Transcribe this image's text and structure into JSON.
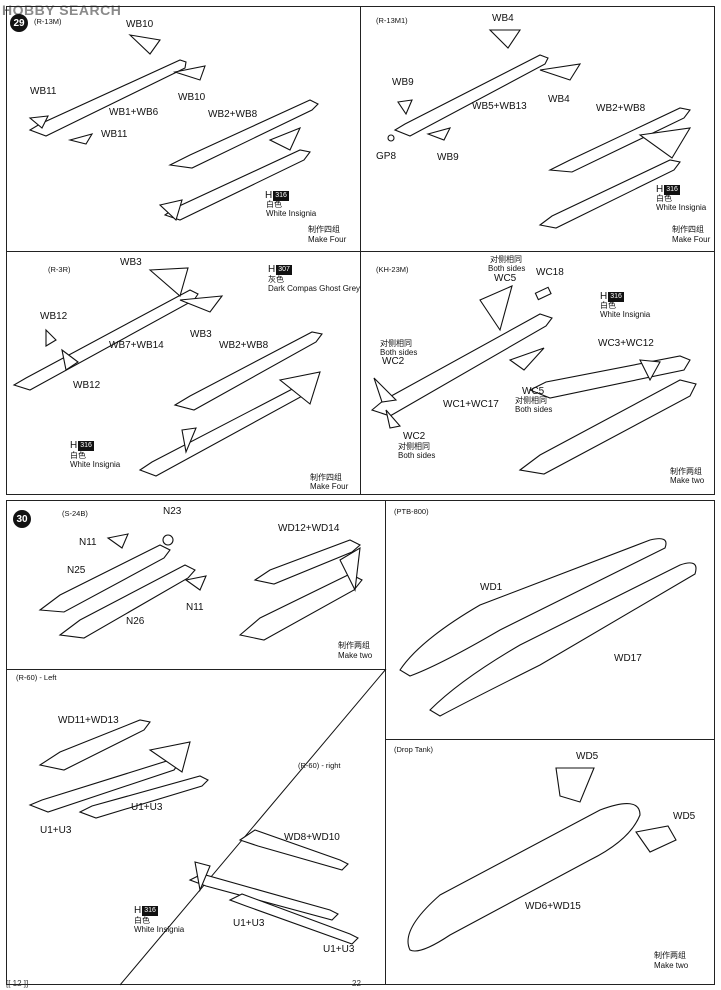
{
  "watermark": "HOBBY SEARCH",
  "steps": {
    "s29": "29",
    "s30": "30"
  },
  "panels": {
    "r13m": {
      "title": "(R-13M)",
      "labels": {
        "wb10": "WB10",
        "wb11a": "WB11",
        "wb1wb6": "WB1+WB6",
        "wb10b": "WB10",
        "wb11b": "WB11",
        "wb2wb8": "WB2+WB8"
      },
      "paint": {
        "h": "H",
        "code": "316"
      },
      "color_cn": "白色",
      "color_en": "White Insignia",
      "make_cn": "制作四组",
      "make_en": "Make Four"
    },
    "r13m1": {
      "title": "(R-13M1)",
      "labels": {
        "wb4a": "WB4",
        "wb9a": "WB9",
        "wb5wb13": "WB5+WB13",
        "wb4b": "WB4",
        "gp8": "GP8",
        "wb9b": "WB9",
        "wb2wb8": "WB2+WB8"
      },
      "paint": {
        "h": "H",
        "code": "316"
      },
      "color_cn": "白色",
      "color_en": "White Insignia",
      "make_cn": "制作四组",
      "make_en": "Make Four"
    },
    "r3r": {
      "title": "(R-3R)",
      "labels": {
        "wb3a": "WB3",
        "wb12a": "WB12",
        "wb7wb14": "WB7+WB14",
        "wb3b": "WB3",
        "wb12b": "WB12",
        "wb2wb8": "WB2+WB8"
      },
      "paint1": {
        "h": "H",
        "code": "307"
      },
      "color1_cn": "灰色",
      "color1_en": "Dark Compas Ghost Grey",
      "paint2": {
        "h": "H",
        "code": "316"
      },
      "color2_cn": "白色",
      "color2_en": "White Insignia",
      "make_cn": "制作四组",
      "make_en": "Make Four"
    },
    "kh23m": {
      "title": "(KH-23M)",
      "labels": {
        "both_cn1": "对侧相同",
        "both_en1": "Both sides",
        "wc5a": "WC5",
        "wc18": "WC18",
        "both_cn2": "对侧相同",
        "both_en2": "Both sides",
        "wc2a": "WC2",
        "wc1wc17": "WC1+WC17",
        "wc5b": "WC5",
        "both_cn3": "对侧相同",
        "both_en3": "Both sides",
        "wc2b": "WC2",
        "both_cn4": "对侧相同",
        "both_en4": "Both sides",
        "wc3wc12": "WC3+WC12"
      },
      "paint": {
        "h": "H",
        "code": "316"
      },
      "color_cn": "白色",
      "color_en": "White Insignia",
      "make_cn": "制作两组",
      "make_en": "Make two"
    },
    "s24b": {
      "title": "(S-24B)",
      "labels": {
        "n23": "N23",
        "n11a": "N11",
        "n25": "N25",
        "n26": "N26",
        "n11b": "N11",
        "wd12wd14": "WD12+WD14"
      },
      "make_cn": "制作两组",
      "make_en": "Make two"
    },
    "ptb800": {
      "title": "(PTB-800)",
      "labels": {
        "wd1": "WD1",
        "wd17": "WD17"
      }
    },
    "r60": {
      "title_left": "(R-60) - Left",
      "title_right": "(R-60) - right",
      "labels": {
        "wd11wd13": "WD11+WD13",
        "u1u3a": "U1+U3",
        "u1u3b": "U1+U3",
        "wd8wd10": "WD8+WD10",
        "u1u3c": "U1+U3",
        "u1u3d": "U1+U3"
      },
      "paint": {
        "h": "H",
        "code": "316"
      },
      "color_cn": "白色",
      "color_en": "White Insignia"
    },
    "drop": {
      "title": "(Drop Tank)",
      "labels": {
        "wd5a": "WD5",
        "wd5b": "WD5",
        "wd6wd15": "WD6+WD15"
      },
      "make_cn": "制作两组",
      "make_en": "Make two"
    }
  },
  "footer": {
    "left": "[[ 12 ]]",
    "right": "22"
  }
}
